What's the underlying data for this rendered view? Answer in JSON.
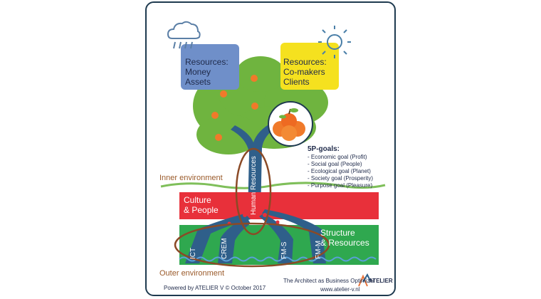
{
  "resources_left": {
    "title": "Resources:",
    "line1": "Money",
    "line2": "Assets"
  },
  "resources_right": {
    "title": "Resources:",
    "line1": "Co-makers",
    "line2": "Clients"
  },
  "goals": {
    "title": "5P-goals:",
    "items": [
      "- Economic goal (Profit)",
      "- Social goal (People)",
      "- Ecological goal (Planet)",
      "- Society goal (Prosperity)",
      "- Purpose goal (Pleasure)"
    ]
  },
  "labels": {
    "inner_environment": "Inner environment",
    "outer_environment": "Outer environment",
    "culture_line1": "Culture",
    "culture_line2": "& People",
    "structure_line1": "Structure",
    "structure_line2": "& Resources",
    "trunk": "Human Resources",
    "roots": [
      "ICT",
      "CREM",
      "FM-S",
      "FM-M"
    ]
  },
  "footer": {
    "powered": "Powered by ATELIER V © October 2017",
    "book": "The Architect as Business Optimizer",
    "brand": "ATELIER V",
    "url": "www.atelier-v.nl"
  },
  "colors": {
    "blue_box": "#6f8fc9",
    "yellow_box": "#f5e11f",
    "tree_green": "#6fb43f",
    "trunk": "#2f5f8a",
    "red_band": "#e8303a",
    "green_band": "#2fa84f",
    "ellipse": "#8b4a26"
  },
  "icons": [
    "rain-cloud-icon",
    "sun-icon",
    "apple-icon",
    "atelier-v-logo-icon"
  ]
}
